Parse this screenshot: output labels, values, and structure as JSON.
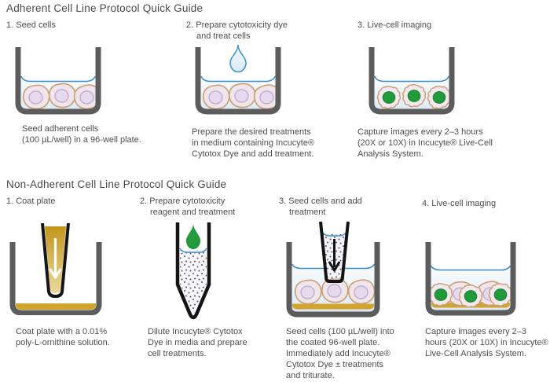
{
  "colors": {
    "accent_blue": "#3d8ec9",
    "green_dye": "#229a3c",
    "gold_coating": "#d2a42e",
    "well_gray": "#5c5c5c",
    "text_gray": "#4e4e4e",
    "cell_outline_tan": "#c89e74"
  },
  "adherent": {
    "title": "Adherent Cell Line Protocol Quick Guide",
    "steps": [
      {
        "label": "1. Seed cells",
        "caption": "Seed adherent cells\n(100 µL/well) in a 96-well plate."
      },
      {
        "label": "2. Prepare cytotoxicity dye\nand treat cells",
        "caption": "Prepare the desired treatments\nin medium containing Incucyte®\nCytotox Dye and add treatment."
      },
      {
        "label": "3. Live-cell imaging",
        "caption": "Capture images every 2–3 hours\n(20X or 10X) in Incucyte® Live-Cell\nAnalysis System."
      }
    ]
  },
  "non_adherent": {
    "title": "Non-Adherent Cell Line Protocol Quick Guide",
    "steps": [
      {
        "label": "1. Coat plate",
        "caption": "Coat plate with a 0.01%\npoly-L-ornithine solution."
      },
      {
        "label": "2. Prepare cytotoxicity\nreagent and treatment",
        "caption": "Dilute Incucyte® Cytotox\nDye in media and prepare\ncell treatments."
      },
      {
        "label": "3. Seed cells and add\ntreatment",
        "caption": "Seed cells (100 µL/well) into\nthe coated 96-well plate.\nImmediately add Incucyte®\nCytotox Dye ± treatments\nand triturate."
      },
      {
        "label": "4. Live-cell imaging",
        "caption": "Capture images every 2–3\nhours (20X or 10X) in Incucyte®\nLive-Cell Analysis System."
      }
    ]
  }
}
